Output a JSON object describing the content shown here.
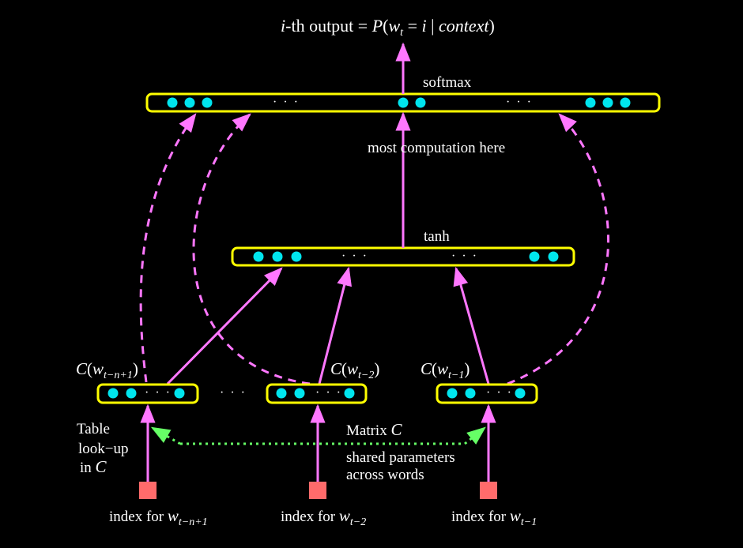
{
  "title": {
    "i": "i",
    "rest": "-th output = ",
    "P": "P",
    "paren_open": "(",
    "w": "w",
    "t": "t",
    "eq": " = ",
    "i2": "i",
    "bar": " | ",
    "context": "context",
    "paren_close": ")"
  },
  "labels": {
    "softmax": "softmax",
    "tanh": "tanh",
    "most_computation": "most  computation here",
    "matrix": "Matrix",
    "matrix_C": "C",
    "shared_1": "shared parameters",
    "shared_2": "across words",
    "table_1": "Table",
    "table_2": "look−up",
    "table_3": "in",
    "table_C": "C",
    "between_dots": "· · ·",
    "layer_dots": "· · ·"
  },
  "embeddings": [
    {
      "C": "C",
      "open": "(",
      "w": "w",
      "sub": "t−n+1",
      "close": ")"
    },
    {
      "C": "C",
      "open": "(",
      "w": "w",
      "sub": "t−2",
      "close": ")"
    },
    {
      "C": "C",
      "open": "(",
      "w": "w",
      "sub": "t−1",
      "close": ")"
    }
  ],
  "indices": [
    {
      "text": "index for",
      "w": "w",
      "sub": "t−n+1"
    },
    {
      "text": "index for",
      "w": "w",
      "sub": "t−2"
    },
    {
      "text": "index for",
      "w": "w",
      "sub": "t−1"
    }
  ],
  "colors": {
    "background": "#000000",
    "box_border": "#ffff00",
    "neuron": "#00e5ee",
    "arrow": "#ff77ff",
    "shared_link": "#66ff66",
    "index_square": "#ff6b6b",
    "text": "#ffffff"
  }
}
